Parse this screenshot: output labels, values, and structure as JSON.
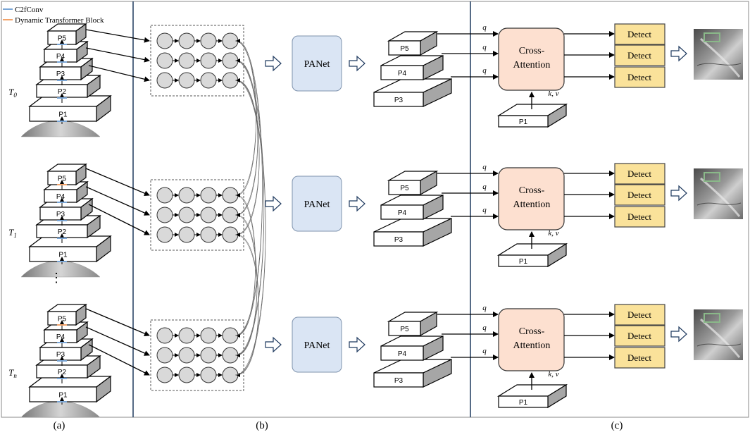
{
  "legend": {
    "c2f": "C2fConv",
    "dtb": "Dynamic  Transformer  Block",
    "c2f_color": "#7aa6d6",
    "dtb_color": "#f2a36a"
  },
  "levels": [
    "P5",
    "P4",
    "P3",
    "P2",
    "P1"
  ],
  "time_labels": [
    {
      "base": "T",
      "sub": "0"
    },
    {
      "base": "T",
      "sub": "1"
    },
    {
      "base": "T",
      "sub": "n"
    }
  ],
  "ellipsis": "⋮",
  "panet_label": "PANet",
  "neck_levels": [
    "P5",
    "P4",
    "P3"
  ],
  "p1_label": "P1",
  "q_label": "q",
  "kv_label": "k, v",
  "cross_attention": [
    "Cross-",
    "Attention"
  ],
  "detect_label": "Detect",
  "panel_captions": [
    "(a)",
    "(b)",
    "(c)"
  ],
  "colors": {
    "panet_fill": "#dae5f4",
    "cross_fill": "#fde0d0",
    "detect_fill": "#fae29a",
    "detect_stroke": "#444",
    "box_stroke": "#8ab889",
    "divider": "#1f3a5f",
    "node_fill": "#d9d9d9"
  }
}
